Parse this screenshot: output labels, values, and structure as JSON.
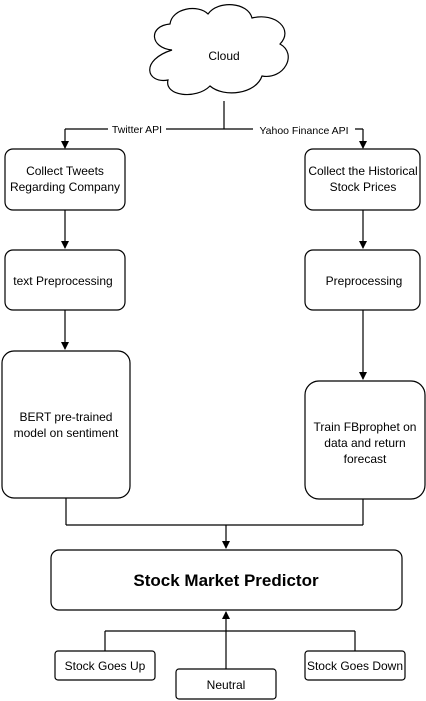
{
  "nodes": {
    "cloud": "Cloud",
    "collect_tweets": [
      "Collect Tweets",
      "Regarding Company"
    ],
    "collect_prices": [
      "Collect the Historical",
      "Stock Prices"
    ],
    "text_preprocessing": "text Preprocessing",
    "preprocessing": "Preprocessing",
    "bert": [
      "BERT pre-trained",
      "model on sentiment"
    ],
    "fbprophet": [
      "Train FBprophet on",
      "data and return",
      "forecast"
    ],
    "predictor": "Stock Market Predictor",
    "goes_up": "Stock Goes Up",
    "neutral": "Neutral",
    "goes_down": "Stock Goes Down"
  },
  "edges": {
    "twitter_api": "Twitter API",
    "yahoo_api": "Yahoo Finance API"
  }
}
